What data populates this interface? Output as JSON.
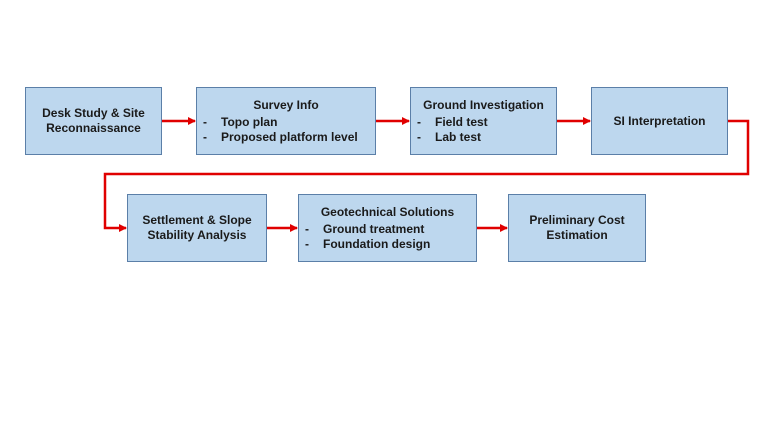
{
  "diagram": {
    "arrow_color": "#e00000",
    "box_fill": "#bdd7ee",
    "box_border": "#5b7fa8",
    "nodes": {
      "desk_study": {
        "lines": [
          "Desk Study & Site",
          "Reconnaissance"
        ]
      },
      "survey_info": {
        "title": "Survey Info",
        "items": [
          "Topo plan",
          "Proposed platform level"
        ]
      },
      "ground_investigation": {
        "title": "Ground Investigation",
        "items": [
          "Field test",
          "Lab test"
        ]
      },
      "si_interpretation": {
        "lines": [
          "SI Interpretation"
        ]
      },
      "settlement": {
        "lines": [
          "Settlement & Slope",
          "Stability Analysis"
        ]
      },
      "geotechnical": {
        "title": "Geotechnical Solutions",
        "items": [
          "Ground treatment",
          "Foundation design"
        ]
      },
      "cost": {
        "lines": [
          "Preliminary Cost",
          "Estimation"
        ]
      }
    },
    "edges": [
      {
        "from": "desk_study",
        "to": "survey_info"
      },
      {
        "from": "survey_info",
        "to": "ground_investigation"
      },
      {
        "from": "ground_investigation",
        "to": "si_interpretation"
      },
      {
        "from": "si_interpretation",
        "to": "settlement"
      },
      {
        "from": "settlement",
        "to": "geotechnical"
      },
      {
        "from": "geotechnical",
        "to": "cost"
      }
    ]
  }
}
